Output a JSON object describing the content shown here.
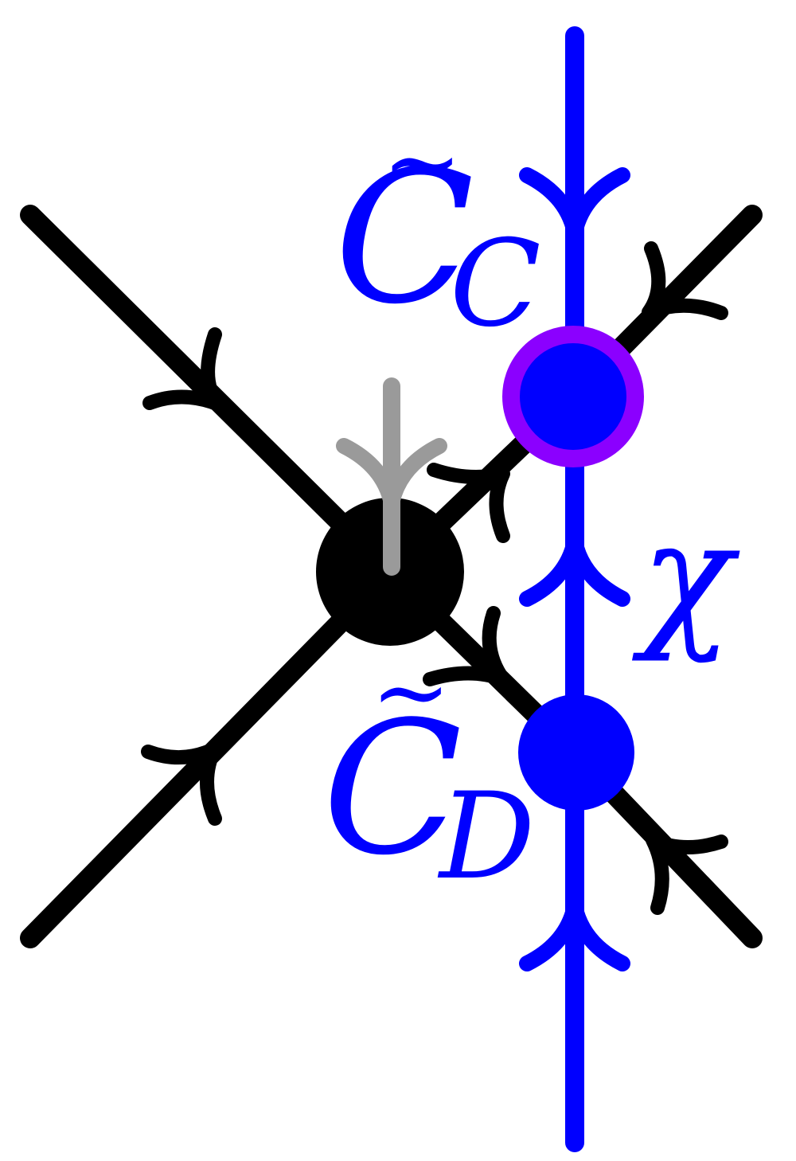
{
  "labels": {
    "c_tilde_C": {
      "base": "C",
      "tilde": "~",
      "sub": "C"
    },
    "c_tilde_D": {
      "base": "C",
      "tilde": "~",
      "sub": "D"
    },
    "chi": "χ"
  },
  "colors": {
    "black_line": "#000000",
    "blue_line": "#0000ff",
    "gray_line": "#9a9a9a",
    "purple_ring": "#8b00ff",
    "blue_node": "#0000ff",
    "black_node": "#000000",
    "label_color": "#0000ff"
  },
  "nodes": [
    {
      "name": "center-black-node",
      "kind": "black"
    },
    {
      "name": "c-tilde-c-node",
      "kind": "blue-ringed"
    },
    {
      "name": "c-tilde-d-node",
      "kind": "blue"
    }
  ]
}
